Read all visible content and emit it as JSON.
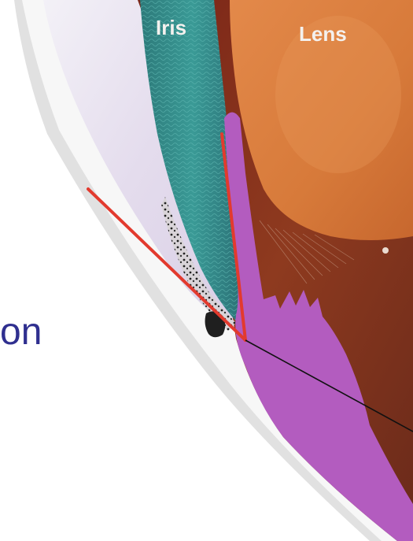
{
  "labels": {
    "iris": "Iris",
    "lens": "Lens"
  },
  "slide_text_fragment": "on",
  "colors": {
    "slide_text": "#2f2f8f",
    "angle_lines": "#e23a2e",
    "ciliary_body": "#b45cc0",
    "iris": "#2f8a88",
    "lens": "#d9793a",
    "cornea": "#e9e4ee",
    "background_tissue": "#7a2a1a"
  }
}
